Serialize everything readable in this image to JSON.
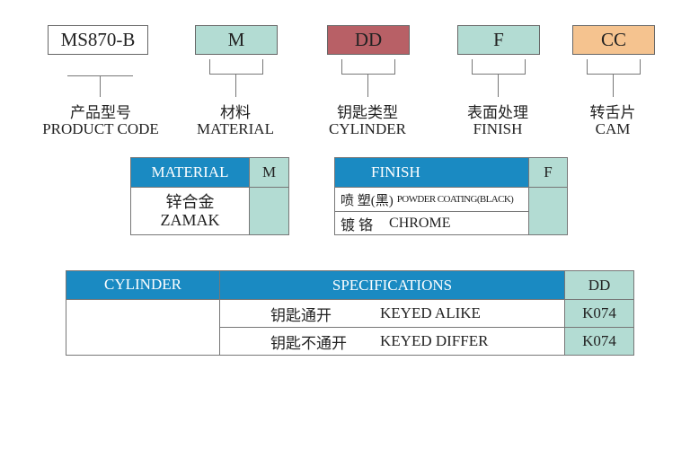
{
  "codes": [
    {
      "value": "MS870-B",
      "cn": "产品型号",
      "en": "PRODUCT CODE",
      "color": "#ffffff"
    },
    {
      "value": "M",
      "cn": "材料",
      "en": "MATERIAL",
      "color": "#b3dcd3"
    },
    {
      "value": "DD",
      "cn": "钥匙类型",
      "en": "CYLINDER",
      "color": "#b86066"
    },
    {
      "value": "F",
      "cn": "表面处理",
      "en": "FINISH",
      "color": "#b3dcd3"
    },
    {
      "value": "CC",
      "cn": "转舌片",
      "en": "CAM",
      "color": "#f5c38f"
    }
  ],
  "material": {
    "header": "MATERIAL",
    "code": "M",
    "cn": "锌合金",
    "en": "ZAMAK"
  },
  "finish": {
    "header": "FINISH",
    "code": "F",
    "rows": [
      {
        "cn": "喷 塑(黑)",
        "en": "POWDER COATING(BLACK)"
      },
      {
        "cn": "镀 铬",
        "en": "CHROME"
      }
    ]
  },
  "cylinder": {
    "header": "CYLINDER",
    "spec_header": "SPECIFICATIONS",
    "code_header": "DD",
    "rows": [
      {
        "cn": "钥匙通开",
        "en": "KEYED ALIKE",
        "code": "K074"
      },
      {
        "cn": "钥匙不通开",
        "en": "KEYED DIFFER",
        "code": "K074"
      }
    ]
  },
  "colors": {
    "header_blue": "#1a8ac2",
    "teal": "#b3dcd3"
  }
}
